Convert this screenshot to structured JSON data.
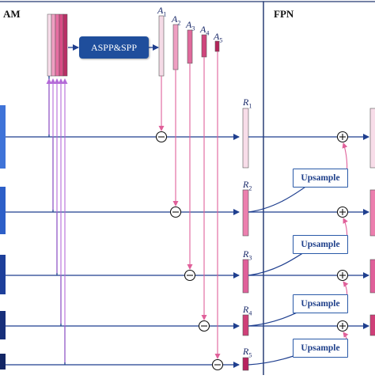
{
  "panels": {
    "left_title": "AM",
    "right_title": "FPN"
  },
  "aspp_label": "ASPP&SPP",
  "a_labels": [
    {
      "base": "A",
      "sub": "1"
    },
    {
      "base": "A",
      "sub": "2"
    },
    {
      "base": "A",
      "sub": "3"
    },
    {
      "base": "A",
      "sub": "4"
    },
    {
      "base": "A",
      "sub": "5"
    }
  ],
  "r_labels": [
    {
      "base": "R",
      "sub": "1"
    },
    {
      "base": "R",
      "sub": "2"
    },
    {
      "base": "R",
      "sub": "3"
    },
    {
      "base": "R",
      "sub": "4"
    },
    {
      "base": "R",
      "sub": "5"
    }
  ],
  "upsample_labels": [
    "Upsample",
    "Upsample",
    "Upsample",
    "Upsample"
  ],
  "colors": {
    "line_blue": "#1f3f8f",
    "panel_border": "#2b3f77",
    "pink_arrow": "#e0609a",
    "purple_arrow": "#b46ad8",
    "box_blue": "#1f4e9c"
  }
}
